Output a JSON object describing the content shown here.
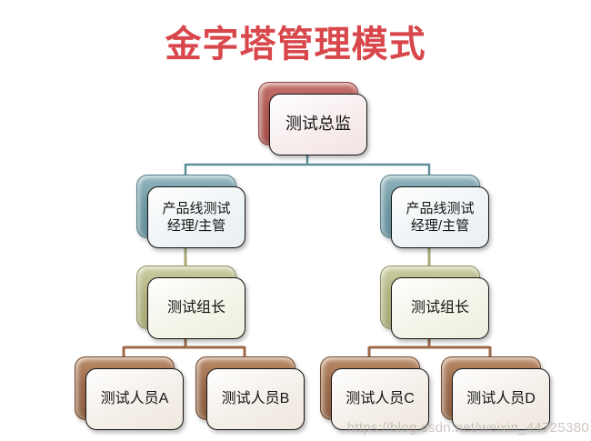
{
  "title": "金字塔管理模式",
  "title_color": "#d8474b",
  "watermark": "https://blog.csdn.net/weixin_44725380",
  "colors": {
    "background": "#ffffff",
    "level_director": "#b05a54",
    "level_manager": "#6f9aa4",
    "level_leader": "#b2b381",
    "level_staff": "#9a6b4a",
    "connector_teal": "#5f909b",
    "connector_olive": "#a9aa76",
    "connector_brown": "#9c6a49",
    "card_face": "#f6f1ee",
    "text": "#141414"
  },
  "chart": {
    "type": "org-hierarchy",
    "nodes": {
      "director": {
        "label": "测试总监",
        "level": 1
      },
      "manager_left": {
        "label": "产品线测试\n经理/主管",
        "level": 2,
        "parent": "director"
      },
      "manager_right": {
        "label": "产品线测试\n经理/主管",
        "level": 2,
        "parent": "director"
      },
      "leader_left": {
        "label": "测试组长",
        "level": 3,
        "parent": "manager_left"
      },
      "leader_right": {
        "label": "测试组长",
        "level": 3,
        "parent": "manager_right"
      },
      "staff_a": {
        "label": "测试人员A",
        "level": 4,
        "parent": "leader_left"
      },
      "staff_b": {
        "label": "测试人员B",
        "level": 4,
        "parent": "leader_left"
      },
      "staff_c": {
        "label": "测试人员C",
        "level": 4,
        "parent": "leader_right"
      },
      "staff_d": {
        "label": "测试人员D",
        "level": 4,
        "parent": "leader_right"
      }
    }
  }
}
